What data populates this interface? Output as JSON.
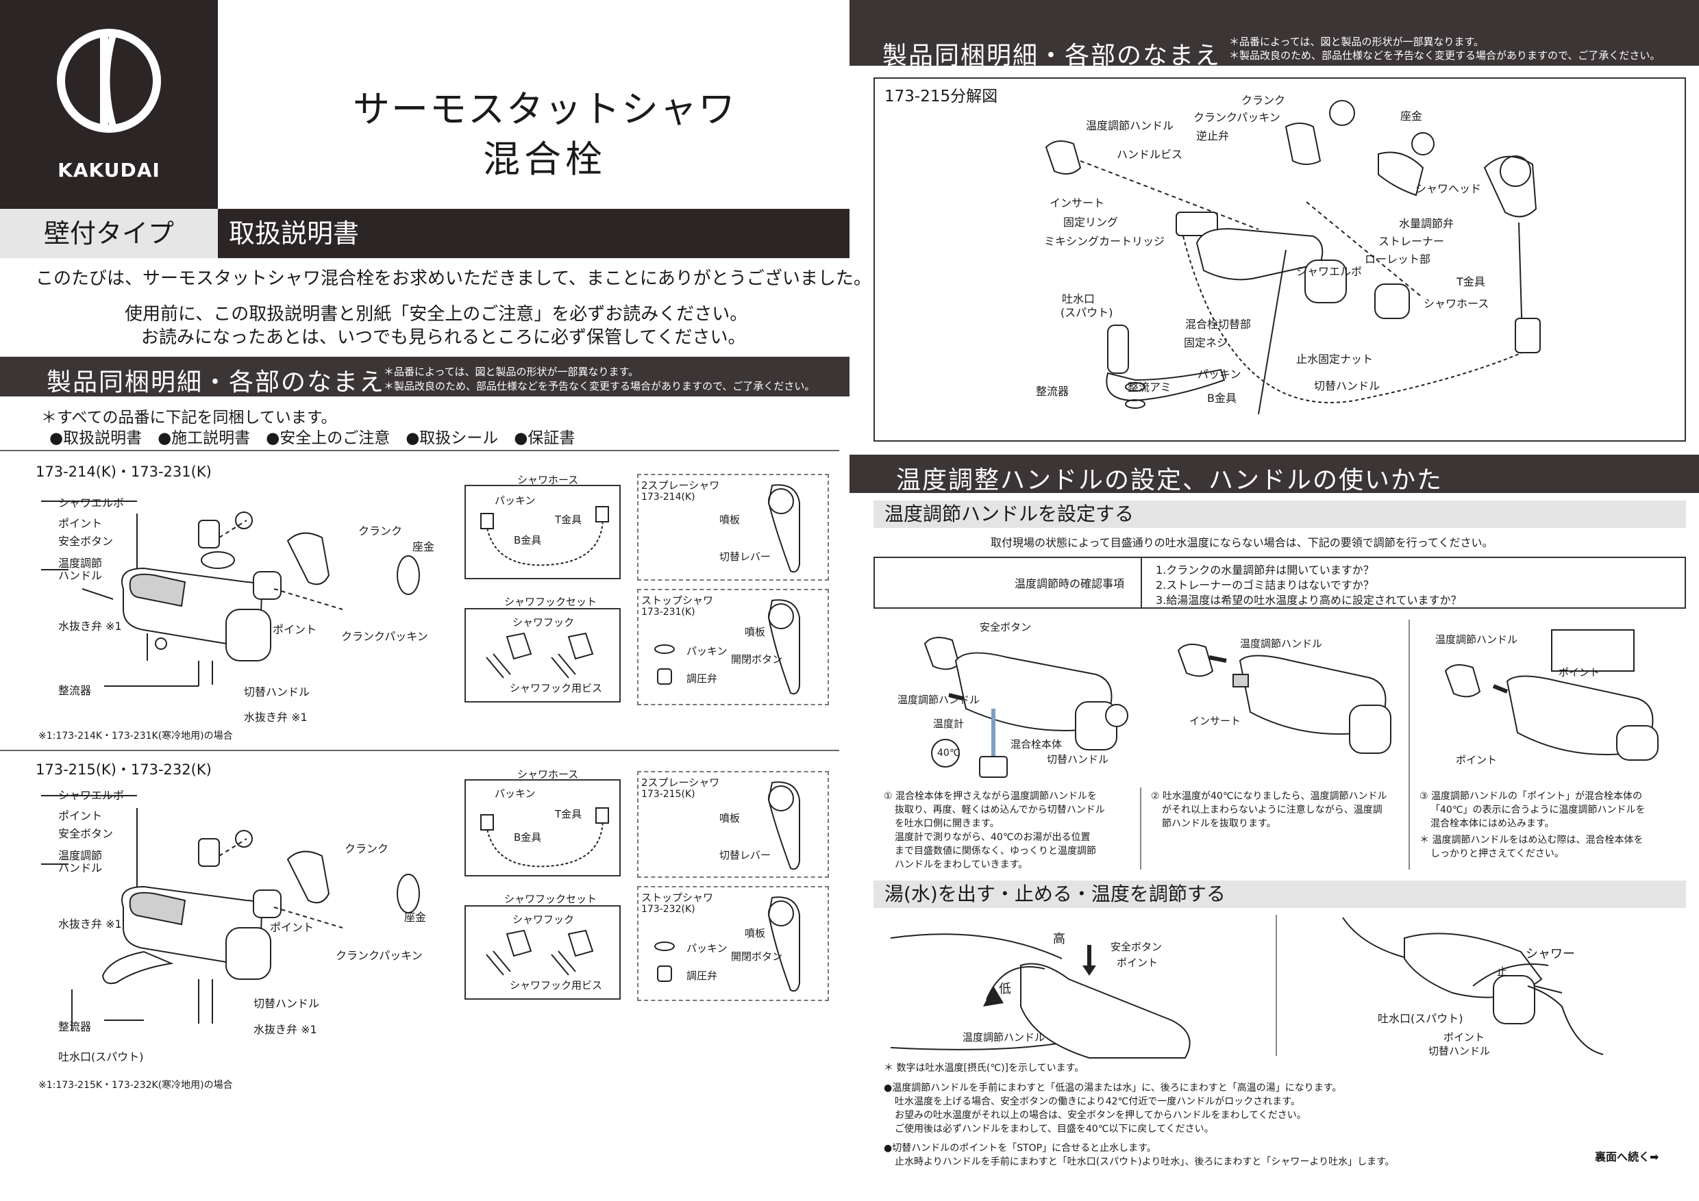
{
  "brand": {
    "name": "KAKUDAI"
  },
  "title": {
    "line1": "サーモスタットシャワ",
    "line2": "混合栓"
  },
  "type_label": "壁付タイプ",
  "manual_label": "取扱説明書",
  "intro": {
    "line1": "このたびは、サーモスタットシャワ混合栓をお求めいただきまして、まことにありがとうございました。",
    "line2": "使用前に、この取扱説明書と別紙「安全上のご注意」を必ずお読みください。",
    "line3": "お読みになったあとは、いつでも見られるところに必ず保管してください。"
  },
  "contents_section": {
    "title": "製品同梱明細・各部のなまえ",
    "note1": "＊品番によっては、図と製品の形状が一部異なります。",
    "note2": "＊製品改良のため、部品仕様などを予告なく変更する場合がありますので、ご了承ください。",
    "bundle_head": "＊すべての品番に下記を同梱しています。",
    "bundle_items": "●取扱説明書　●施工説明書　●安全上のご注意　●取扱シール　●保証書"
  },
  "model_a": {
    "name": "173-214(K)・173-231(K)",
    "labels": {
      "elbow": "シャワエルボ",
      "point": "ポイント",
      "safety": "安全ボタン",
      "temp_handle": "温度調節",
      "temp_handle2": "ハンドル",
      "drain": "水抜き弁 ※1",
      "aerator": "整流器",
      "crank": "クランク",
      "washer": "座金",
      "point2": "ポイント",
      "crank_packing": "クランクパッキン",
      "switch": "切替ハンドル",
      "drain2": "水抜き弁 ※1"
    },
    "footnote": "※1:173-214K・173-231K(寒冷地用)の場合",
    "hose": {
      "title": "シャワホース",
      "packing": "パッキン",
      "t_fitting": "T金具",
      "b_fitting": "B金具"
    },
    "spray": {
      "title": "2スプレーシャワ",
      "model": "173-214(K)",
      "nozzle": "噴板",
      "lever": "切替レバー"
    },
    "hook": {
      "title": "シャワフックセット",
      "hook": "シャワフック",
      "screw": "シャワフック用ビス"
    },
    "stop": {
      "title": "ストップシャワ",
      "model": "173-231(K)",
      "nozzle": "噴板",
      "button": "開閉ボタン",
      "packing": "パッキン",
      "valve": "調圧弁"
    }
  },
  "model_b": {
    "name": "173-215(K)・173-232(K)",
    "labels": {
      "elbow": "シャワエルボ",
      "point": "ポイント",
      "safety": "安全ボタン",
      "temp_handle": "温度調節",
      "temp_handle2": "ハンドル",
      "drain": "水抜き弁 ※1",
      "aerator": "整流器",
      "spout": "吐水口(スパウト)",
      "crank": "クランク",
      "washer": "座金",
      "point2": "ポイント",
      "crank_packing": "クランクパッキン",
      "switch": "切替ハンドル",
      "drain2": "水抜き弁 ※1"
    },
    "footnote": "※1:173-215K・173-232K(寒冷地用)の場合",
    "hose": {
      "title": "シャワホース",
      "packing": "パッキン",
      "t_fitting": "T金具",
      "b_fitting": "B金具"
    },
    "spray": {
      "title": "2スプレーシャワ",
      "model": "173-215(K)",
      "nozzle": "噴板",
      "lever": "切替レバー"
    },
    "hook": {
      "title": "シャワフックセット",
      "hook": "シャワフック",
      "screw": "シャワフック用ビス"
    },
    "stop": {
      "title": "ストップシャワ",
      "model": "173-232(K)",
      "nozzle": "噴板",
      "button": "開閉ボタン",
      "packing": "パッキン",
      "valve": "調圧弁"
    }
  },
  "exploded": {
    "title": "173-215分解図",
    "labels": {
      "crank": "クランク",
      "temp_handle": "温度調節ハンドル",
      "crank_packing": "クランクパッキン",
      "washer": "座金",
      "check_valve": "逆止弁",
      "handle_screw": "ハンドルビス",
      "shower_head": "シャワヘッド",
      "insert": "インサート",
      "fix_ring": "固定リング",
      "flow_valve": "水量調節弁",
      "cartridge": "ミキシングカートリッジ",
      "strainer": "ストレーナー",
      "knurl": "ローレット部",
      "elbow": "シャワエルボ",
      "t_fitting": "T金具",
      "spout": "吐水口",
      "spout2": "(スパウト)",
      "shower_hose": "シャワホース",
      "switch_part": "混合栓切替部",
      "fix_screw": "固定ネジ",
      "stop_nut": "止水固定ナット",
      "packing": "パッキン",
      "aerator": "整流器",
      "mesh": "整流アミ",
      "b_fitting": "B金具",
      "switch_handle": "切替ハンドル"
    }
  },
  "handle_section": {
    "title": "温度調整ハンドルの設定、ハンドルの使いかた",
    "set_title": "温度調節ハンドルを設定する",
    "set_intro": "取付現場の状態によって目盛通りの吐水温度にならない場合は、下記の要領で調節を行ってください。",
    "check_label": "温度調節時の確認事項",
    "checks": [
      "1.クランクの水量調節弁は開いていますか？",
      "2.ストレーナーのゴミ詰まりはないですか？",
      "3.給湯温度は希望の吐水温度より高めに設定されていますか？"
    ],
    "step1_labels": {
      "safety": "安全ボタン",
      "temp_handle": "温度調節ハンドル",
      "thermo": "温度計",
      "body": "混合栓本体",
      "switch": "切替ハンドル",
      "deg": "40℃"
    },
    "step2_labels": {
      "temp_handle": "温度調節ハンドル",
      "insert": "インサート"
    },
    "step3_labels": {
      "temp_handle": "温度調節ハンドル",
      "point": "ポイント",
      "point2": "ポイント"
    },
    "step1": [
      "① 混合栓本体を押さえながら温度調節ハンドルを",
      "抜取り、再度、軽くはめ込んでから切替ハンドル",
      "を吐水口側に開きます。",
      "温度計で測りながら、40℃のお湯が出る位置",
      "まで目盛数値に関係なく、ゆっくりと温度調節",
      "ハンドルをまわしていきます。"
    ],
    "step2": [
      "② 吐水温度が40℃になりましたら、温度調節ハンドル",
      "がそれ以上まわらないように注意しながら、温度調",
      "節ハンドルを抜取ります。"
    ],
    "step3": [
      "③ 温度調節ハンドルの「ポイント」が混合栓本体の",
      "「40℃」の表示に合うように温度調節ハンドルを",
      "混合栓本体にはめ込みます。",
      "＊ 温度調節ハンドルをはめ込む際は、混合栓本体を",
      "しっかりと押さえてください。"
    ],
    "use_title": "湯(水)を出す・止める・温度を調節する",
    "use_labels_left": {
      "high": "高",
      "low": "低",
      "safety": "安全ボタン",
      "point": "ポイント",
      "temp_handle": "温度調節ハンドル"
    },
    "use_labels_right": {
      "shower": "シャワー",
      "stop": "止",
      "spout": "吐水口(スパウト)",
      "point": "ポイント",
      "switch": "切替ハンドル"
    },
    "notes": [
      "＊ 数字は吐水温度[摂氏(℃)]を示しています。",
      "●温度調節ハンドルを手前にまわすと「低温の湯または水」に、後ろにまわすと「高温の湯」になります。",
      "吐水温度を上げる場合、安全ボタンの働きにより42℃付近で一度ハンドルがロックされます。",
      "お望みの吐水温度がそれ以上の場合は、安全ボタンを押してからハンドルをまわしてください。",
      "ご使用後は必ずハンドルをまわして、目盛を40℃以下に戻してください。",
      "●切替ハンドルのポイントを「STOP」に合せると止水します。",
      "止水時よりハンドルを手前にまわすと「吐水口(スパウト)より吐水」、後ろにまわすと「シャワーより吐水」します。"
    ],
    "continue": "裏面へ続く➡"
  }
}
